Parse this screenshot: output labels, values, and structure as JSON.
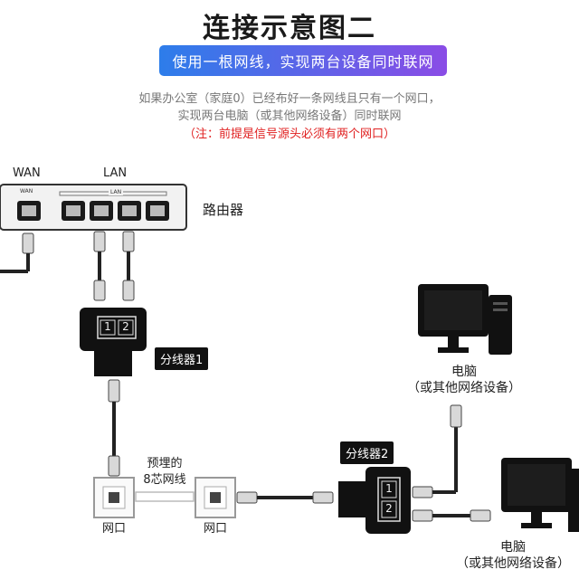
{
  "header": {
    "title": "连接示意图二",
    "banner": "使用一根网线，实现两台设备同时联网",
    "desc_line1": "如果办公室（家庭0）已经布好一条网线且只有一个网口，",
    "desc_line2": "实现两台电脑（或其他网络设备）同时联网",
    "note": "（注：前提是信号源头必须有两个网口）"
  },
  "router": {
    "wan_label": "WAN",
    "lan_label": "LAN",
    "wan_small": "WAN",
    "lan_small": "LAN",
    "name": "路由器"
  },
  "splitter1": {
    "label": "分线器1",
    "port1": "1",
    "port2": "2"
  },
  "splitter2": {
    "label": "分线器2",
    "port1": "1",
    "port2": "2"
  },
  "cable": {
    "label_line1": "预埋的",
    "label_line2": "8芯网线"
  },
  "wall_ports": [
    {
      "label": "网口"
    },
    {
      "label": "网口"
    }
  ],
  "computers": [
    {
      "line1": "电脑",
      "line2": "（或其他网络设备）"
    },
    {
      "line1": "电脑",
      "line2": "（或其他网络设备）"
    }
  ]
}
